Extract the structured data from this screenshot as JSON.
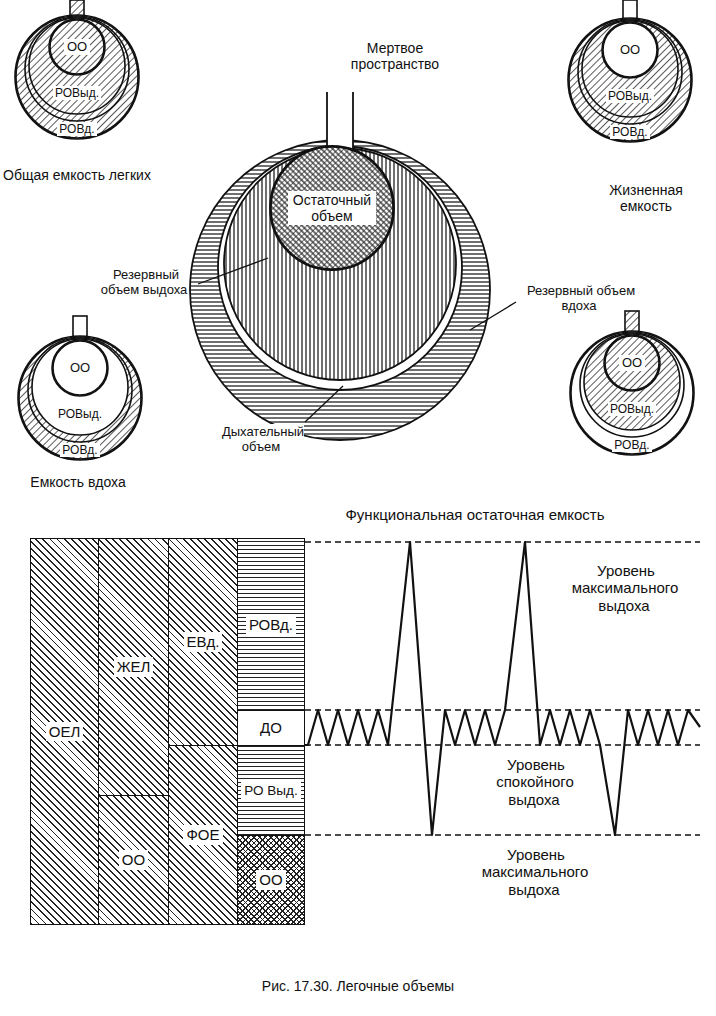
{
  "diagram": {
    "caption": "Рис. 17.30. Легочные объемы",
    "nodes": [
      {
        "text": [
          "Общая емкость легких"
        ]
      },
      {
        "text": [
          "ОО"
        ],
        "in": 0
      },
      {
        "text": [
          "Жизненная емкость"
        ]
      },
      {
        "text": [
          "ОО"
        ],
        "in": 2
      },
      {
        "text": [
          "Остаточный объем"
        ]
      },
      {
        "text": [
          "Емкость вдоха"
        ]
      },
      {
        "text": [
          "ОО"
        ],
        "in": 5
      },
      {
        "text": [
          "Функциональная остаточная емкость"
        ]
      },
      {
        "text": [
          "ОО"
        ],
        "in": 7
      },
      {
        "text": [
          "ОЕЛ"
        ]
      },
      {
        "text": [
          "ЖЕЛ"
        ]
      },
      {
        "text": [
          "ОО"
        ]
      },
      {
        "text": [
          "ЕВд."
        ]
      },
      {
        "text": [
          "ФОЕ"
        ]
      },
      {
        "text": [
          "РОВд."
        ]
      },
      {
        "text": [
          "ДО"
        ]
      },
      {
        "text": [
          "РО Выд."
        ]
      },
      {
        "text": [
          "ОО"
        ]
      }
    ],
    "labels": [
      "РОВыд.",
      "РОВд.",
      "Мертвое пространство",
      "РОВыд.",
      "РОВд.",
      "Резервный объем выдоха",
      "Резервный объем вдоха",
      "Дыхательный объем",
      "РОВыд.",
      "РОВд.",
      "РОВыд.",
      "РОВд.",
      "Уровень максимального выдоха",
      "Уровень спокойного выдоха",
      "Уровень максимального выдоха"
    ]
  }
}
